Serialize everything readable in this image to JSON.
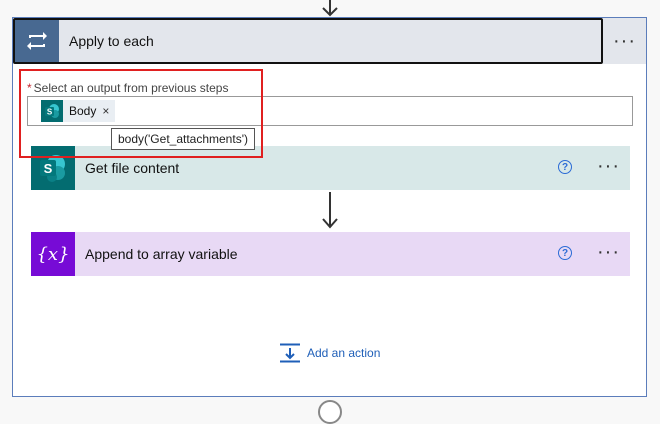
{
  "loop": {
    "title": "Apply to each",
    "icon": "loop-icon",
    "more_label": "···"
  },
  "select_output": {
    "required_mark": "*",
    "label": "Select an output from previous steps",
    "token": {
      "label": "Body",
      "remove_label": "×",
      "icon": "sharepoint-icon"
    },
    "tooltip": "body('Get_attachments')"
  },
  "actions": [
    {
      "title": "Get file content",
      "icon": "sharepoint-icon",
      "help": "?",
      "more": "···",
      "color": "#036c70"
    },
    {
      "title": "Append to array variable",
      "icon": "variable-icon",
      "help": "?",
      "more": "···",
      "color": "#770bd6"
    }
  ],
  "add_action": {
    "label": "Add an action",
    "icon": "add-action-icon"
  },
  "colors": {
    "loop_header": "#486991",
    "accent_link": "#1f5fb8",
    "highlight": "#e02020"
  }
}
